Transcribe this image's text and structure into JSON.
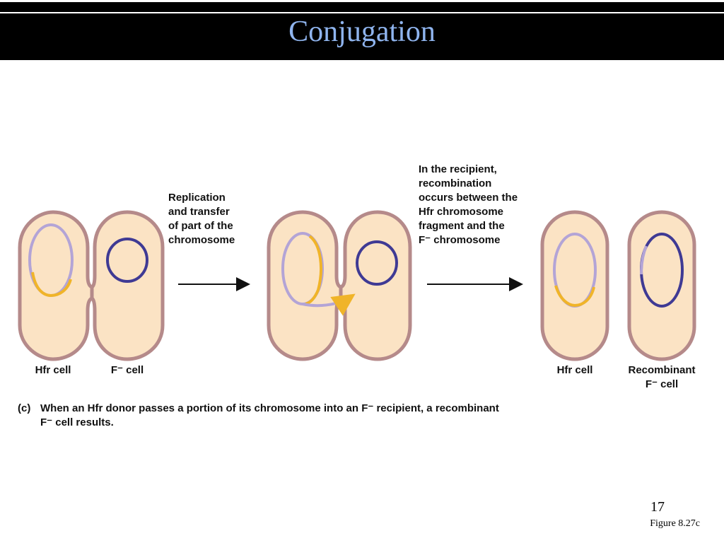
{
  "slide": {
    "title": "Conjugation",
    "page_number": "17",
    "figure_ref": "Figure 8.27c"
  },
  "labels": {
    "step1": "Replication\nand transfer\nof part of the\nchromosome",
    "step2": "In the recipient,\nrecombination\noccurs between the\nHfr chromosome\nfragment and the\nF⁻ chromosome",
    "hfr_cell_left": "Hfr cell",
    "f_minus_cell": "F⁻ cell",
    "hfr_cell_right": "Hfr cell",
    "recombinant": "Recombinant\nF⁻ cell"
  },
  "caption": {
    "tag": "(c)",
    "text": "When an Hfr donor passes a portion of its chromosome into an F⁻ recipient, a recombinant\nF⁻ cell results."
  },
  "colors": {
    "cell_fill": "#fbe3c4",
    "cell_border": "#b58a8a",
    "donor_dna": "#b3a4d6",
    "transfer_segment": "#f0b429",
    "recipient_dna": "#3f3a94",
    "title_text": "#8fb4ee"
  }
}
